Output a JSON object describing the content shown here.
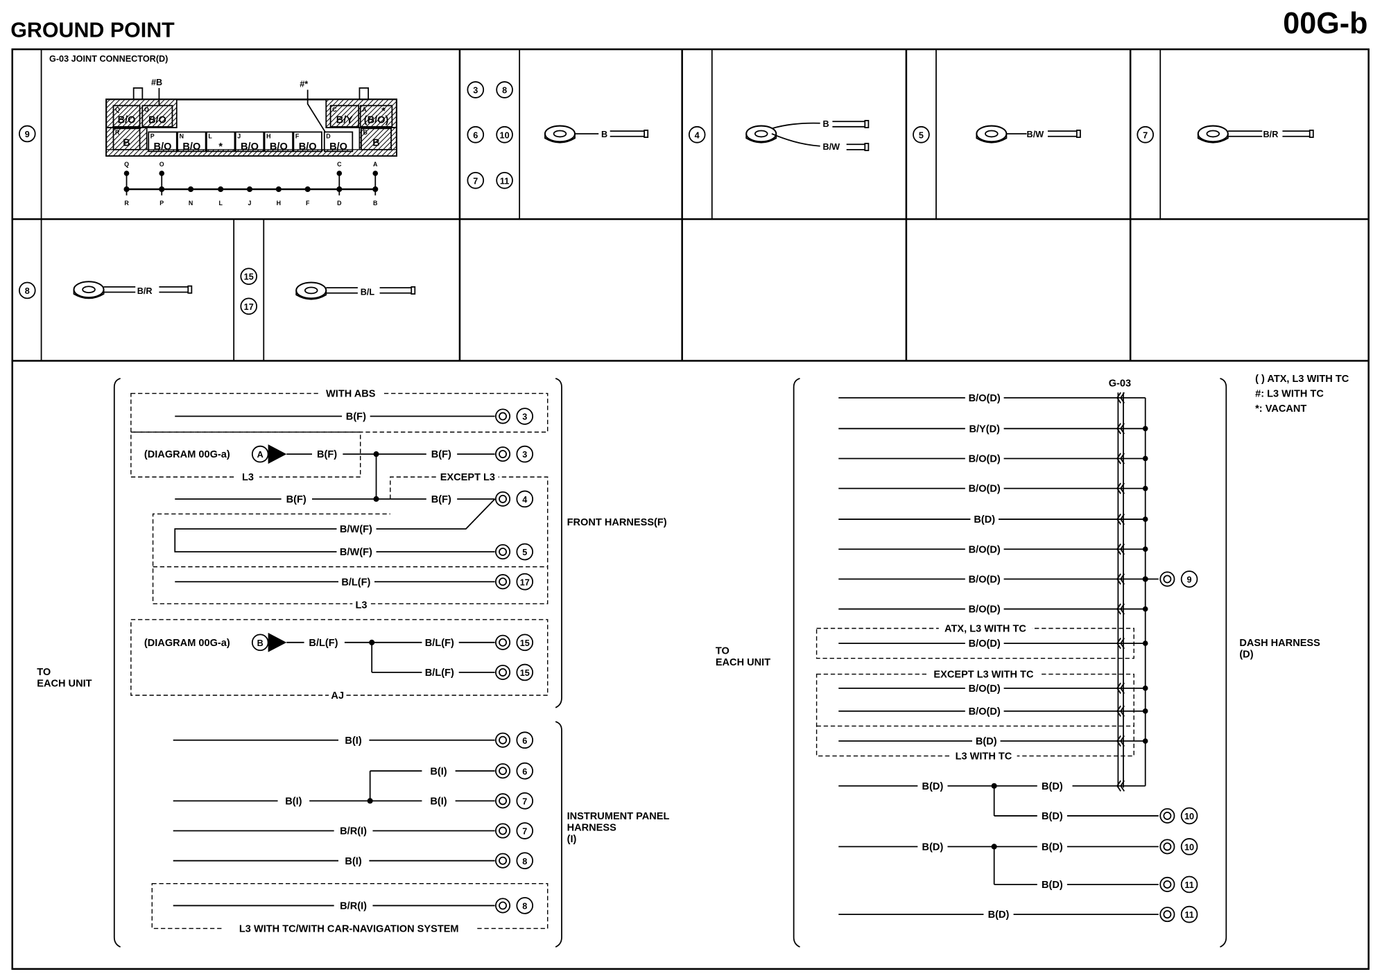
{
  "header": {
    "title": "GROUND POINT",
    "code": "00G-b"
  },
  "connector": {
    "title": "G-03 JOINT CONNECTOR(D)",
    "hash_b": "#B",
    "hash_star": "#*",
    "top_cells": [
      {
        "pin": "Q",
        "wire": "B/O"
      },
      {
        "pin": "O",
        "wire": "B/O"
      },
      {
        "pin": "C",
        "wire": "B/Y"
      },
      {
        "pin": "A",
        "wire": "(B/O)"
      }
    ],
    "bottom_cells": [
      {
        "pin": "R",
        "wire": "B"
      },
      {
        "pin": "P",
        "wire": "B/O"
      },
      {
        "pin": "N",
        "wire": "B/O"
      },
      {
        "pin": "L",
        "wire": "*"
      },
      {
        "pin": "J",
        "wire": "B/O"
      },
      {
        "pin": "H",
        "wire": "B/O"
      },
      {
        "pin": "F",
        "wire": "B/O"
      },
      {
        "pin": "D",
        "wire": "B/O"
      },
      {
        "pin": "B",
        "wire": "B"
      }
    ],
    "star_mark": "*",
    "bus_top": [
      "Q",
      "O",
      "C",
      "A"
    ],
    "bus_bottom": [
      "R",
      "P",
      "N",
      "L",
      "J",
      "H",
      "F",
      "D",
      "B"
    ]
  },
  "ground_panels": [
    {
      "ids": [
        "9"
      ]
    },
    {
      "ids": [
        "3",
        "8",
        "6",
        "10",
        "7",
        "11"
      ],
      "wire": "B"
    },
    {
      "ids": [
        "4"
      ],
      "wires": [
        "B",
        "B/W"
      ]
    },
    {
      "ids": [
        "5"
      ],
      "wire": "B/W"
    },
    {
      "ids": [
        "7"
      ],
      "wire": "B/R"
    },
    {
      "ids": [
        "8"
      ],
      "wire": "B/R"
    },
    {
      "ids": [
        "15",
        "17"
      ],
      "wire": "B/L"
    }
  ],
  "left": {
    "to_each_unit": [
      "TO",
      "EACH UNIT"
    ],
    "front": {
      "with_abs": "WITH ABS",
      "l3": "L3",
      "except_l3": "EXCEPT L3",
      "l3_b": "L3",
      "aj": "AJ",
      "diagram_a": "(DIAGRAM 00G-a)",
      "diagram_b": "(DIAGRAM 00G-a)",
      "a": "A",
      "b": "B",
      "harness": "FRONT HARNESS(F)",
      "wires": [
        "B(F)",
        "B(F)",
        "B(F)",
        "B(F)",
        "B(F)",
        "B/W(F)",
        "B/W(F)",
        "B/L(F)",
        "B/L(F)",
        "B/L(F)",
        "B/L(F)"
      ],
      "grounds": [
        "3",
        "3",
        "4",
        "5",
        "17",
        "15",
        "15"
      ]
    },
    "ip": {
      "harness": [
        "INSTRUMENT PANEL",
        "HARNESS",
        "(I)"
      ],
      "l3_tc": "L3 WITH TC/WITH CAR-NAVIGATION SYSTEM",
      "wires": [
        "B(I)",
        "B(I)",
        "B(I)",
        "B(I)",
        "B/R(I)",
        "B(I)",
        "B/R(I)"
      ],
      "grounds": [
        "6",
        "6",
        "7",
        "7",
        "8",
        "8"
      ]
    }
  },
  "right": {
    "to_each_unit": [
      "TO",
      "EACH UNIT"
    ],
    "g03": "G-03",
    "legend": [
      "( ) ATX, L3 WITH TC",
      "#: L3 WITH TC",
      "*: VACANT"
    ],
    "wires": [
      "B/O(D)",
      "B/Y(D)",
      "B/O(D)",
      "B/O(D)",
      "B(D)",
      "B/O(D)",
      "B/O(D)",
      "B/O(D)",
      "B/O(D)",
      "B/O(D)",
      "B/O(D)",
      "B(D)"
    ],
    "atx": "ATX, L3 WITH TC",
    "except_tc": "EXCEPT L3 WITH TC",
    "l3_tc": "L3 WITH TC",
    "ground9": "9",
    "lower_wires": [
      "B(D)",
      "B(D)",
      "B(D)",
      "B(D)",
      "B(D)",
      "B(D)",
      "B(D)"
    ],
    "lower_grounds": [
      "10",
      "10",
      "11",
      "11"
    ],
    "harness": [
      "DASH HARNESS",
      "(D)"
    ]
  }
}
